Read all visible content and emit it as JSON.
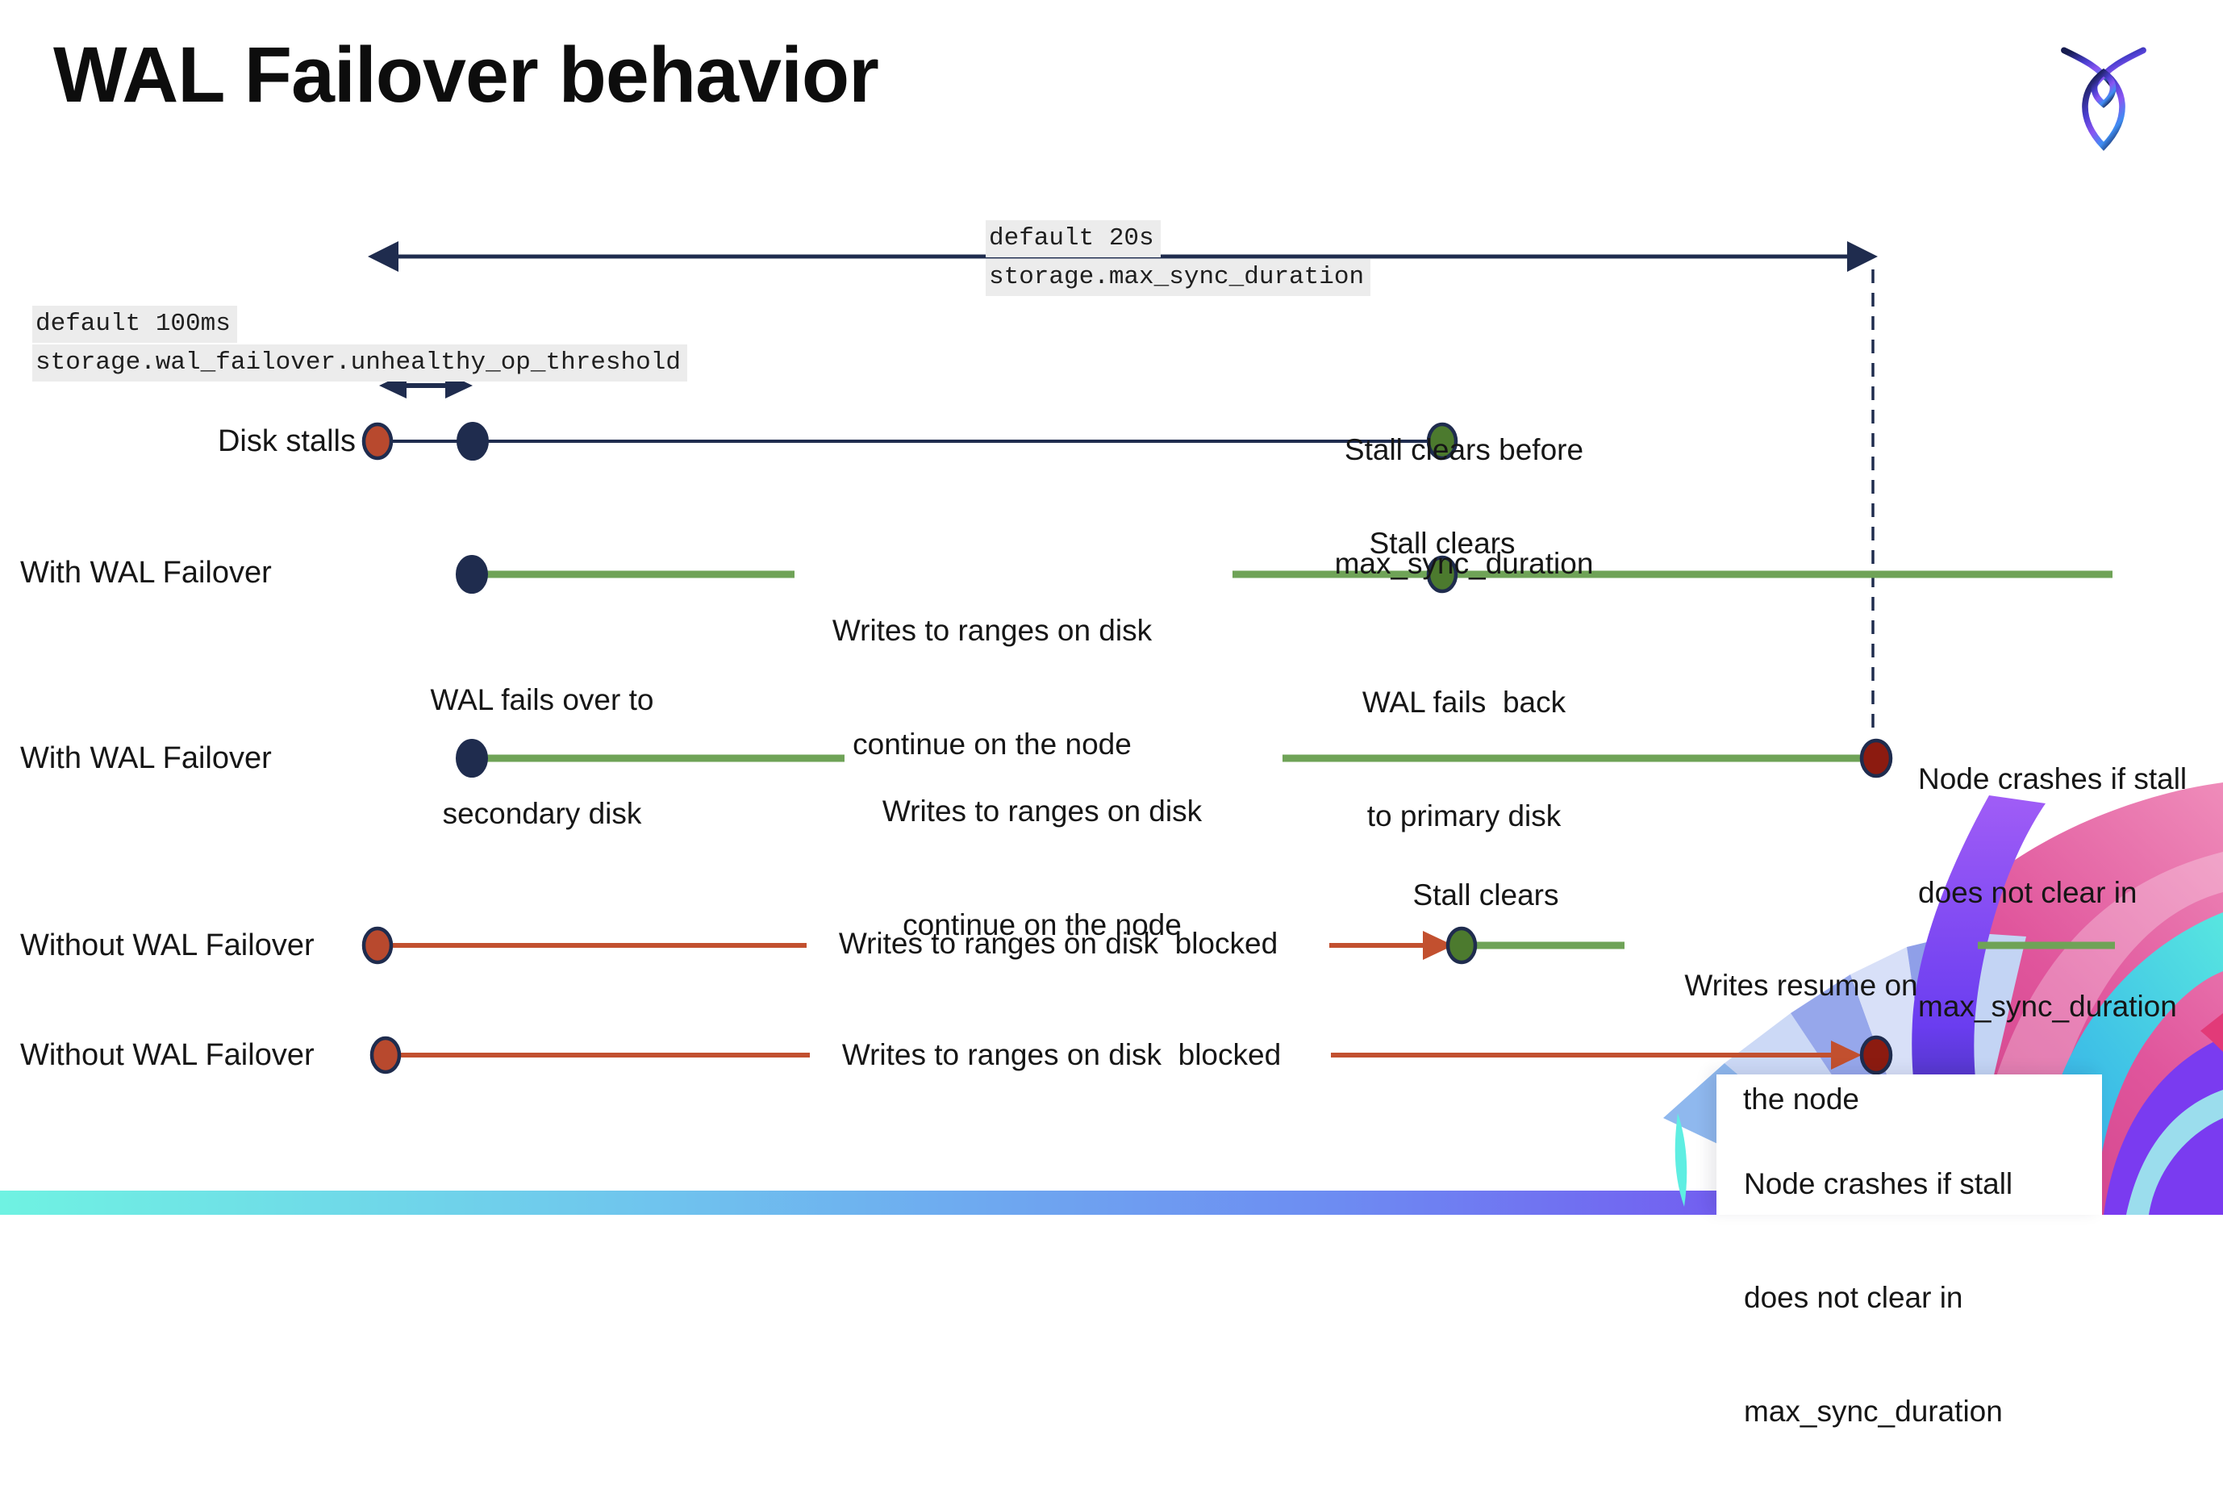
{
  "slide": {
    "title": "WAL Failover behavior"
  },
  "icons": {
    "logo": "cockroachdb-mark"
  },
  "settings": {
    "max_sync_duration": {
      "default_label": "default 20s",
      "setting_name": "storage.max_sync_duration"
    },
    "unhealthy_op_threshold": {
      "default_label": "default 100ms",
      "setting_name": "storage.wal_failover.unhealthy_op_threshold"
    }
  },
  "rows": [
    {
      "label": "Disk stalls"
    },
    {
      "label": "With WAL Failover"
    },
    {
      "label": "With WAL Failover"
    },
    {
      "label": "Without WAL Failover"
    },
    {
      "label": "Without WAL Failover"
    }
  ],
  "annotations": {
    "stall_clears_before": [
      "Stall clears before",
      "max_sync_duration"
    ],
    "stall_clears": "Stall clears",
    "writes_continue": [
      "Writes to ranges on disk",
      "continue on the node"
    ],
    "wal_fails_over": [
      "WAL fails over to",
      "secondary disk"
    ],
    "wal_fails_back": [
      "WAL fails  back",
      "to primary disk"
    ],
    "writes_blocked": "Writes to ranges on disk  blocked",
    "writes_resume": [
      "Writes resume on",
      "the node"
    ],
    "node_crashes": [
      "Node crashes if stall",
      "does not clear in",
      "max_sync_duration"
    ]
  },
  "colors": {
    "navy": "#1f2c4e",
    "green_line": "#6fa357",
    "green_dot": "#4c7a2e",
    "red_line": "#c2502f",
    "red_dot": "#b8492e",
    "maroon_dot": "#8c1b10",
    "code_bg": "#ececec",
    "footer_gradient": [
      "#6ff2e2",
      "#6d8cf2",
      "#8447f0"
    ]
  }
}
